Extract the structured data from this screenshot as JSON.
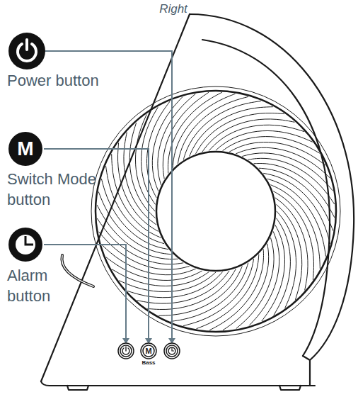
{
  "diagram": {
    "title": "Right",
    "labels": [
      "Power button",
      "M",
      "Switch Mode button",
      "Alarm button",
      "M",
      "Bass"
    ]
  }
}
